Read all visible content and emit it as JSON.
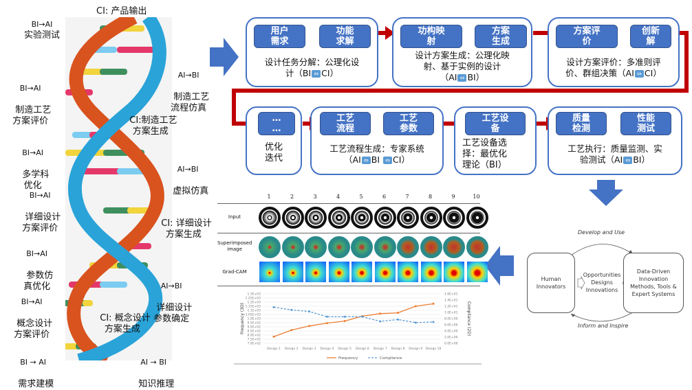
{
  "dna": {
    "top": "CI: 产品输出",
    "labels": [
      {
        "arrow": "BI→AI",
        "text": "实验测试"
      },
      {
        "arrow": "AI→BI",
        "text": "制造工艺\n流程仿真"
      },
      {
        "arrow": "BI→AI",
        "text": "制造工艺\n方案评价"
      },
      {
        "arrow": "",
        "text": "CI:制造工艺\n方案生成"
      },
      {
        "arrow": "BI→AI",
        "text": "多学科\n优化"
      },
      {
        "arrow": "AI→BI",
        "text": "虚拟仿真"
      },
      {
        "arrow": "BI→AI",
        "text": "详细设计\n方案评价"
      },
      {
        "arrow": "",
        "text": "CI: 详细设计\n方案生成"
      },
      {
        "arrow": "BI→AI",
        "text": "参数仿\n真优化"
      },
      {
        "arrow": "AI→BI",
        "text": "详细设计\n参数确定"
      },
      {
        "arrow": "BI→AI",
        "text": "概念设计\n方案评价"
      },
      {
        "arrow": "",
        "text": "CI: 概念设计\n方案生成"
      },
      {
        "arrow": "BI → AI",
        "text": "需求建模"
      },
      {
        "arrow": "AI → BI",
        "text": "知识推理"
      }
    ]
  },
  "process": {
    "stages": [
      {
        "chips": [
          "用户\n需求",
          "功能\n求解"
        ],
        "desc": "设计任务分解：公理化设\n计（BI",
        "desc_tail": "CI）"
      },
      {
        "chips": [
          "功构映\n射",
          "方案\n生成"
        ],
        "desc": "设计方案生成：公理化映\n射、基于实例的设计\n（AI",
        "desc_tail": "BI）"
      },
      {
        "chips": [
          "方案评\n价",
          "创新\n解"
        ],
        "desc": "设计方案评价：多准则评\n价、群组决策（AI",
        "desc_tail": "CI）"
      },
      {
        "chips": [
          "…\n…"
        ],
        "desc": "优化\n迭代",
        "desc_tail": ""
      },
      {
        "chips": [
          "工艺\n流程",
          "工艺\n参数"
        ],
        "desc": "工艺流程生成：专家系统\n（AI",
        "desc_mid": "BI ",
        "desc_tail": "CI）"
      },
      {
        "chips": [
          "工艺设\n备"
        ],
        "desc": "工艺设备选\n择：最优化\n理论（BI）",
        "desc_tail": ""
      },
      {
        "chips": [
          "质量\n检测",
          "性能\n测试"
        ],
        "desc": "工艺执行：质量监测、实\n验测试（AI",
        "desc_tail": "BI）"
      }
    ],
    "swap_icon": "⇔",
    "flow_color": "#c00000",
    "chip_color": "#4472c4"
  },
  "visualization": {
    "columns": [
      "1",
      "2",
      "3",
      "4",
      "5",
      "6",
      "7",
      "8",
      "9",
      "10"
    ],
    "rows": [
      "Input",
      "Superimposed\nimage",
      "Grad-CAM"
    ]
  },
  "chart_data": {
    "type": "line",
    "categories": [
      "Design 1",
      "Design 2",
      "Design 3",
      "Design 4",
      "Design 5",
      "Design 6",
      "Design 7",
      "Design 8",
      "Design 9",
      "Design 10"
    ],
    "series": [
      {
        "name": "Frequency",
        "axis": "left",
        "color": "#ed7d31",
        "style": "solid",
        "values": [
          780,
          860,
          910,
          945,
          970,
          1030,
          1060,
          1070,
          1150,
          1180
        ]
      },
      {
        "name": "Compliance",
        "axis": "right",
        "color": "#5b9bd5",
        "style": "dashed",
        "values": [
          11.7,
          10.8,
          10.3,
          8.6,
          8.6,
          8.6,
          7.1,
          7.7,
          6.7,
          6.9
        ]
      }
    ],
    "ylabel": "Frequency (3D)",
    "y2label": "Compliance (2D)",
    "ylim": [
      700,
      1300
    ],
    "yticks": [
      "7.0E+02",
      "7.5E+02",
      "8.0E+02",
      "8.5E+02",
      "9.0E+02",
      "9.5E+02",
      "1.0E+03",
      "1.05E+03",
      "1.1E+03",
      "1.15E+03",
      "1.2E+03",
      "1.25E+03",
      "1.3E+03"
    ],
    "y2lim": [
      0,
      16
    ],
    "y2ticks": [
      "0.0E+00",
      "2.0E+00",
      "4.0E+00",
      "6.0E+00",
      "8.0E+00",
      "1.0E+01",
      "1.2E+01",
      "1.4E+01",
      "1.6E+01"
    ],
    "grid": true,
    "legend": "bottom"
  },
  "cycle": {
    "top_label": "Develop and Use",
    "bottom_label": "Inform and Inspire",
    "left_box": "Human\nInnovators",
    "right_box": "Data-Driven\nInnovation\nMethods, Tools &\nExpert Systems",
    "center": "Opportunities\nDesigns\nInnovations"
  }
}
